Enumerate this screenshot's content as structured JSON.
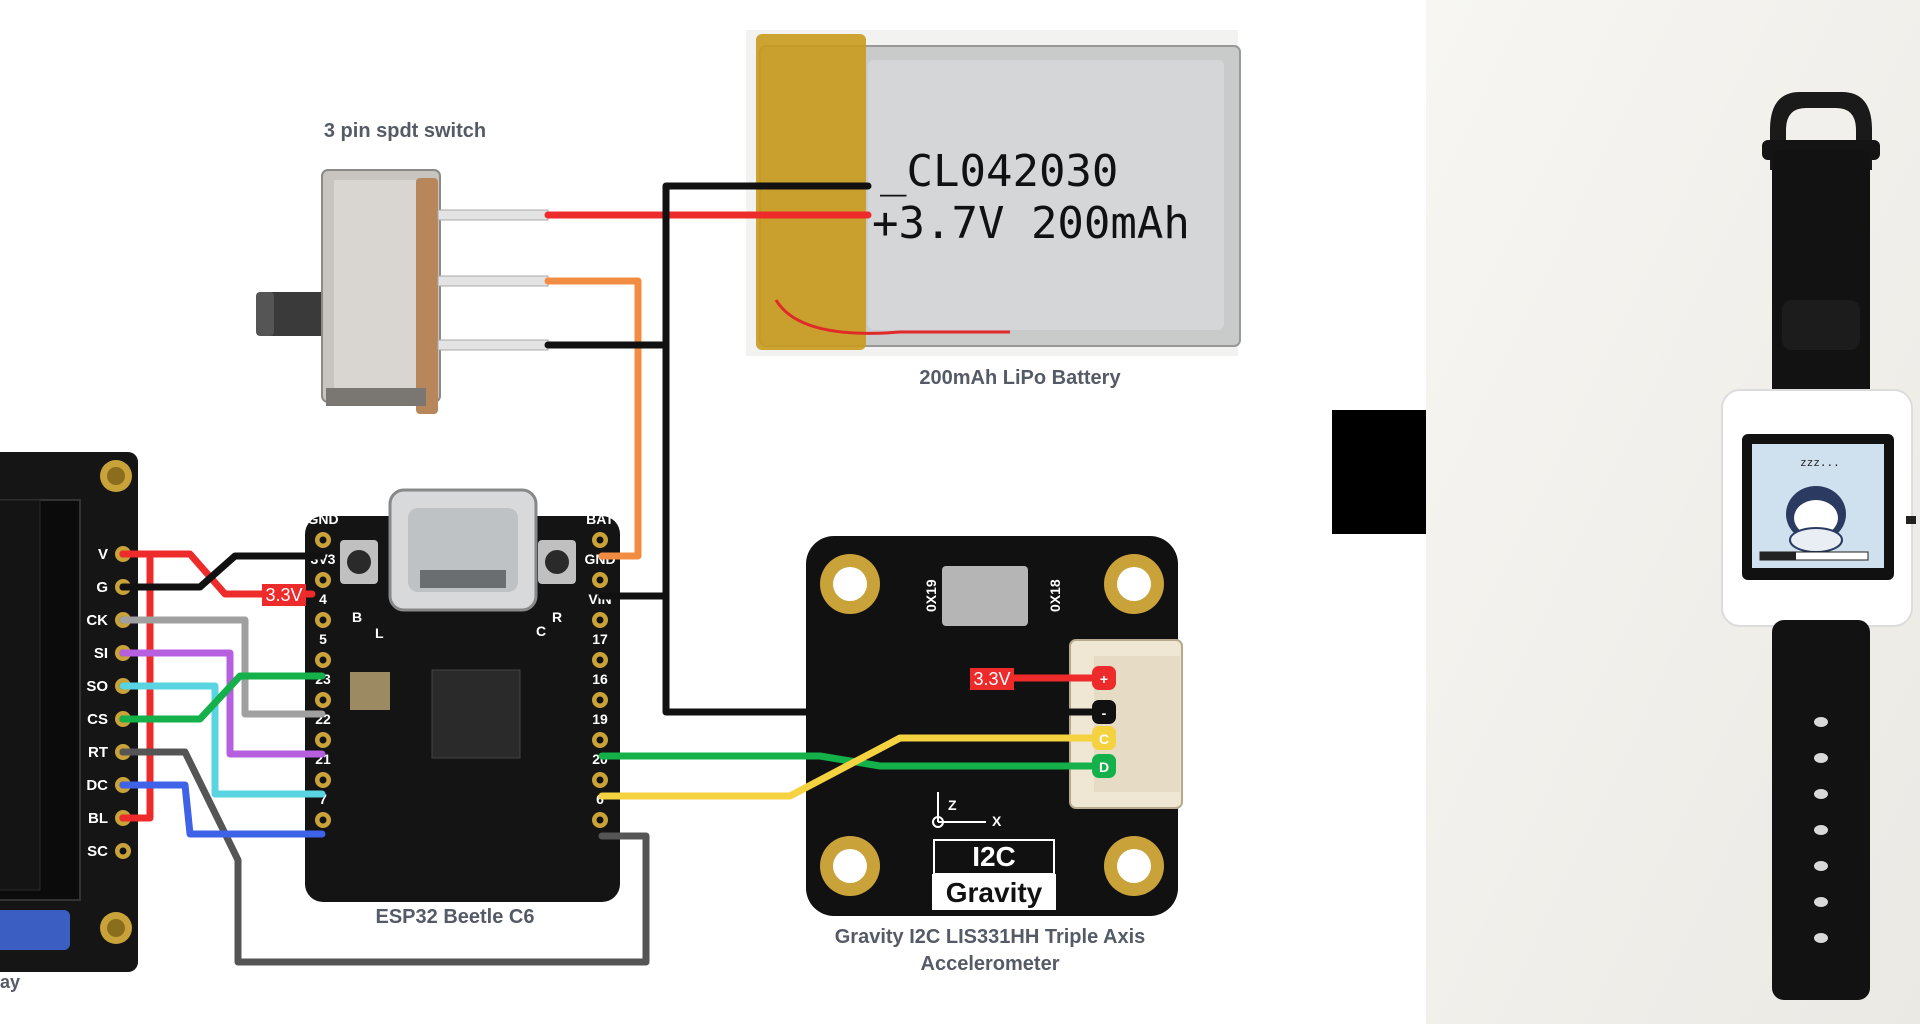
{
  "labels": {
    "switch": "3 pin spdt switch",
    "battery": "200mAh LiPo Battery",
    "esp32": "ESP32 Beetle C6",
    "accel_line1": "Gravity I2C LIS331HH Triple Axis",
    "accel_line2": "Accelerometer",
    "display_partial": "ay"
  },
  "battery_print": {
    "line1": "_CL042030",
    "line2": "+3.7V 200mAh"
  },
  "display_pins": [
    "V",
    "G",
    "CK",
    "SI",
    "SO",
    "CS",
    "RT",
    "DC",
    "BL",
    "SC"
  ],
  "esp32_pins": {
    "left": [
      "GND",
      "3V3",
      "4",
      "5",
      "23",
      "22",
      "21",
      "7"
    ],
    "right": [
      "BAT",
      "GND",
      "VIN",
      "17",
      "16",
      "19",
      "20",
      "6"
    ],
    "buttons": [
      "B",
      "R"
    ],
    "corner_marks": [
      "L",
      "C"
    ]
  },
  "voltage_tag": "3.3V",
  "accel": {
    "addr1": "0X19",
    "addr2": "0X18",
    "pins": [
      "+",
      "-",
      "C",
      "D"
    ],
    "axis_z": "Z",
    "axis_x": "X",
    "big1": "I2C",
    "big2": "Gravity"
  },
  "watch_screen": {
    "status": "zzz..."
  },
  "colors": {
    "red": "#ee2b2b",
    "black": "#111111",
    "orange": "#f28c43",
    "gray": "#a0a0a0",
    "purple": "#b660e0",
    "green": "#14b04a",
    "cyan": "#58d5e0",
    "blue": "#3f63e8",
    "yellow": "#f5d23f",
    "darkgray": "#555555",
    "arrow": "#000000"
  },
  "icons": [
    "arrow-right-icon"
  ]
}
